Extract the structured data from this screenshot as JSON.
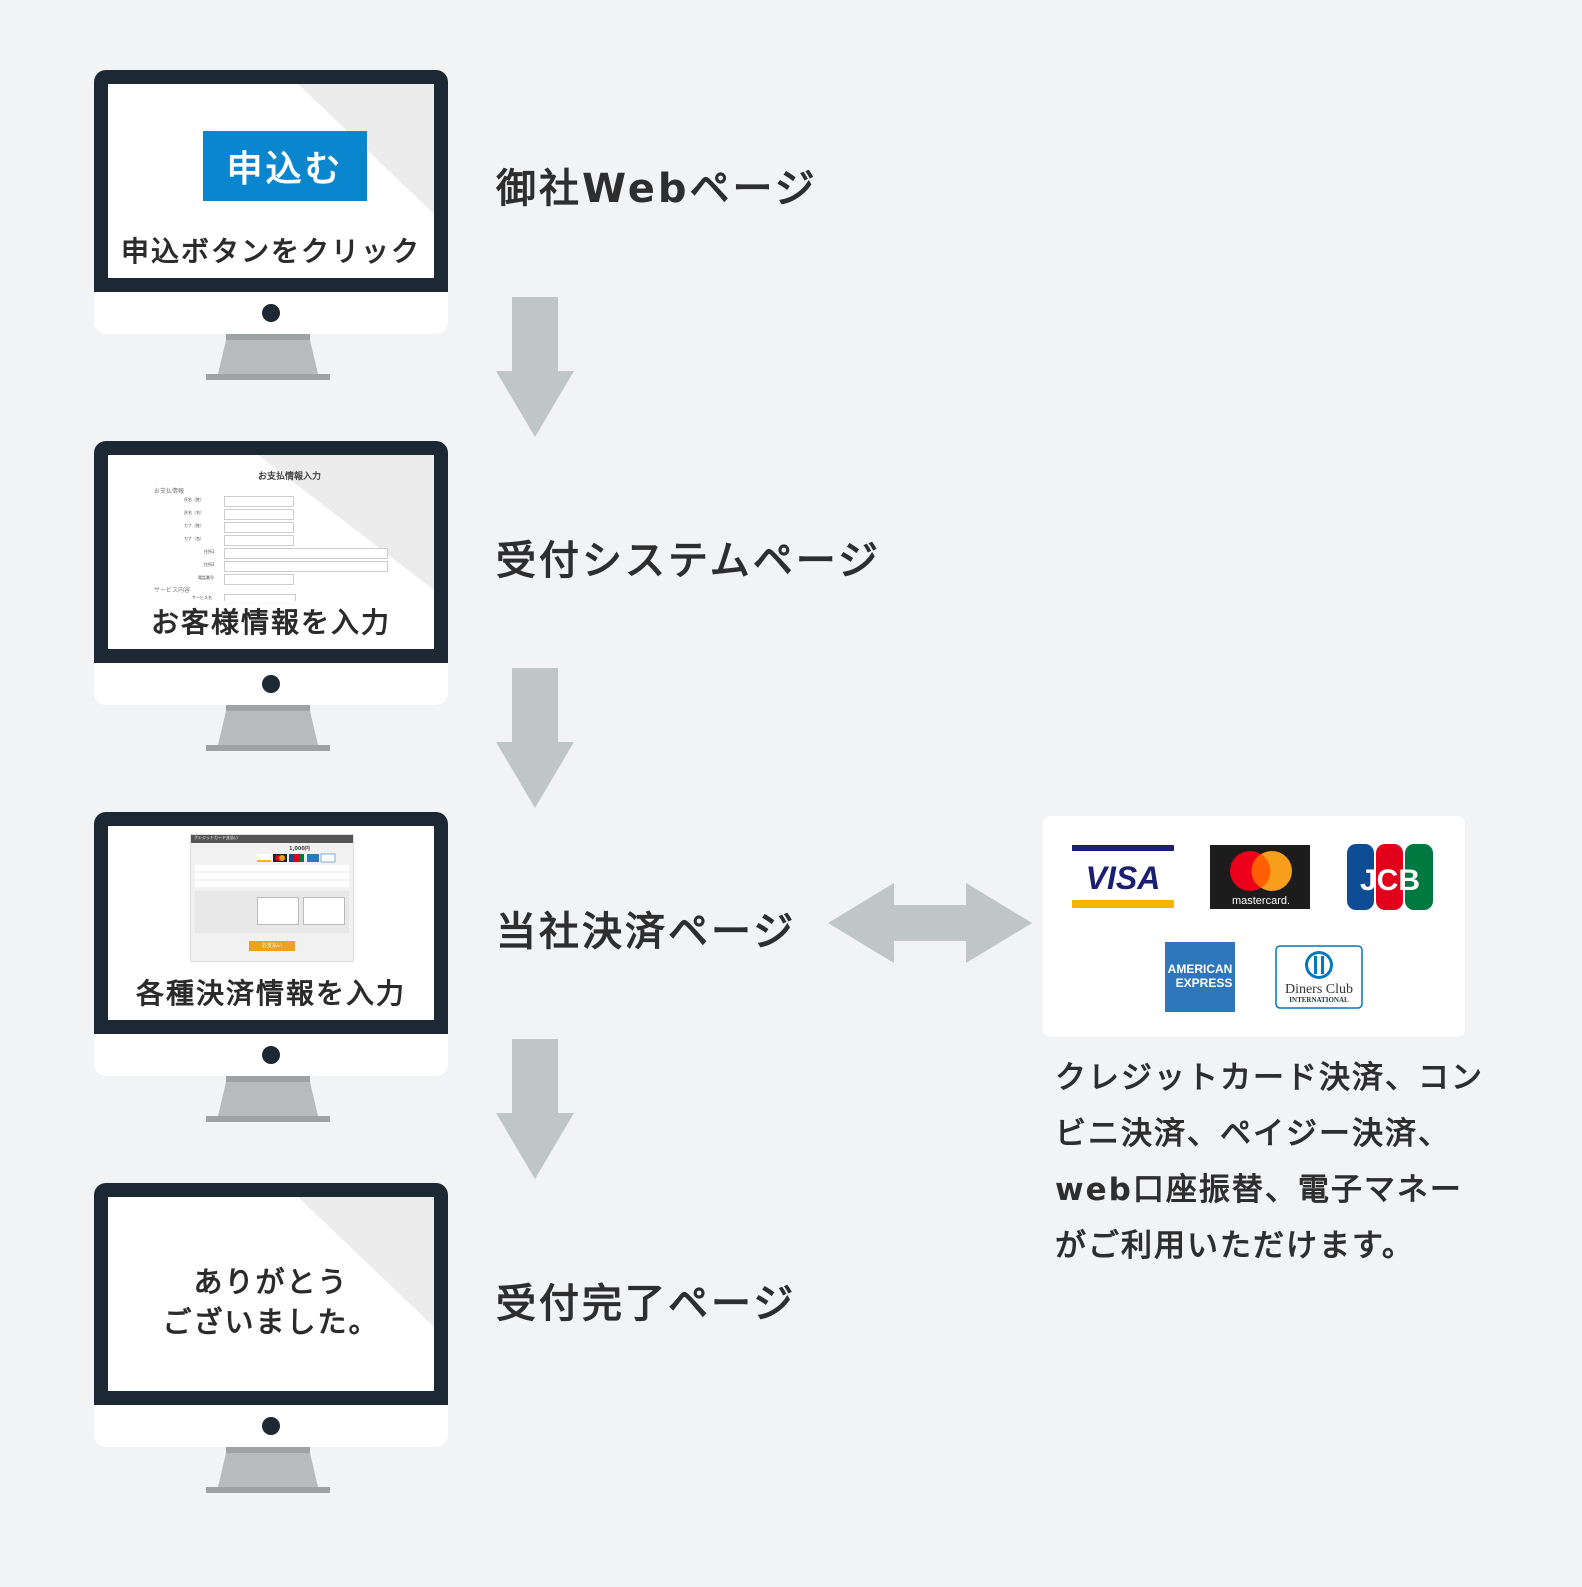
{
  "steps": [
    {
      "title": "御社Webページ",
      "screen_label": "申込ボタンをクリック",
      "button_label": "申込む"
    },
    {
      "title": "受付システムページ",
      "screen_label": "お客様情報を入力",
      "form": {
        "heading": "お支払情報入力",
        "section1": "お支払情報",
        "fields": [
          "氏名（姓）",
          "氏名（名）",
          "カナ（姓）",
          "カナ（名）",
          "住所1",
          "住所2",
          "電話番号"
        ],
        "section2": "サービス内容",
        "service_field": "サービス名"
      }
    },
    {
      "title": "当社決済ページ",
      "screen_label": "各種決済情報を入力",
      "mini": {
        "header": "クレジットカード支払い",
        "amount": "1,000円",
        "pay_button": "お支払い"
      }
    },
    {
      "title": "受付完了ページ",
      "screen_lines": [
        "ありがとう",
        "ございました。"
      ]
    }
  ],
  "payment": {
    "brands": [
      "VISA",
      "mastercard",
      "JCB",
      "AMERICAN EXPRESS",
      "Diners Club INTERNATIONAL"
    ],
    "visa_text": "VISA",
    "mc_text": "mastercard.",
    "jcb_text": "JCB",
    "amex_line1": "AMERICAN",
    "amex_line2": "EXPRESS",
    "diners_line1": "Diners Club",
    "diners_line2": "INTERNATIONAL",
    "description_lines": [
      "クレジットカード決済、コン",
      "ビニ決済、ペイジー決済、",
      "web口座振替、電子マネー",
      "がご利用いただけます。"
    ]
  },
  "colors": {
    "background": "#f2f3f5",
    "monitor_frame": "#1c2833",
    "arrow": "#c0c5c7",
    "button": "#0a86cf",
    "visa_blue": "#1a1f71",
    "visa_gold": "#f7b600",
    "mc_red": "#eb001b",
    "mc_orange": "#f79e1b",
    "jcb_blue": "#0e4c96",
    "jcb_red": "#e3001b",
    "jcb_green": "#007940",
    "amex_blue": "#2e77bc"
  }
}
